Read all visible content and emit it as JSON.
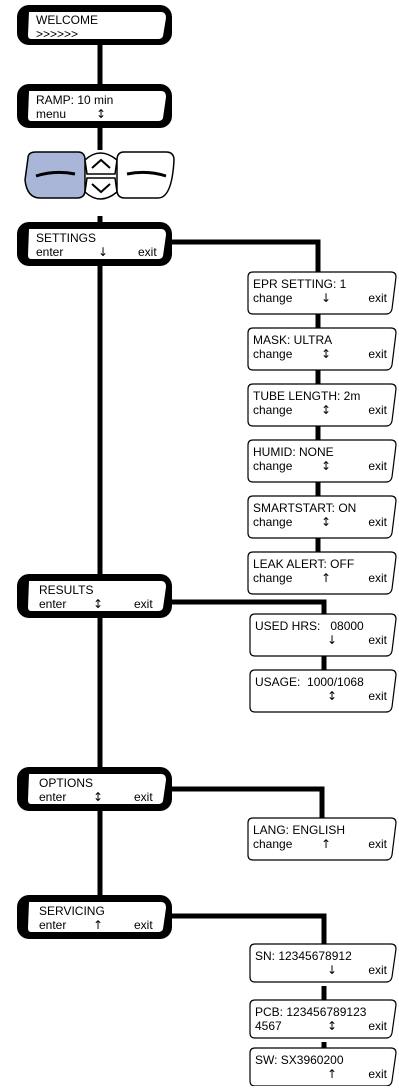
{
  "screens": {
    "welcome": {
      "line1": "WELCOME",
      "line2": ">>>>>>"
    },
    "ramp": {
      "line1": "RAMP: 10 min",
      "left": "menu",
      "arrow": "↕"
    },
    "settings": {
      "line1": "SETTINGS",
      "left": "enter",
      "arrow": "↓",
      "right": "exit"
    },
    "results": {
      "line1": "RESULTS",
      "left": "enter",
      "arrow": "↕",
      "right": "exit"
    },
    "options": {
      "line1": "OPTIONS",
      "left": "enter",
      "arrow": "↕",
      "right": "exit"
    },
    "servicing": {
      "line1": "SERVICING",
      "left": "enter",
      "arrow": "↑",
      "right": "exit"
    }
  },
  "settings_items": [
    {
      "line1": "EPR SETTING: 1",
      "left": "change",
      "arrow": "↓",
      "right": "exit"
    },
    {
      "line1": "MASK: ULTRA",
      "left": "change",
      "arrow": "↕",
      "right": "exit"
    },
    {
      "line1": "TUBE LENGTH: 2m",
      "left": "change",
      "arrow": "↕",
      "right": "exit"
    },
    {
      "line1": "HUMID: NONE",
      "left": "change",
      "arrow": "↕",
      "right": "exit"
    },
    {
      "line1": "SMARTSTART: ON",
      "left": "change",
      "arrow": "↕",
      "right": "exit"
    },
    {
      "line1": "LEAK ALERT: OFF",
      "left": "change",
      "arrow": "↑",
      "right": "exit"
    }
  ],
  "results_items": [
    {
      "line1": "USED HRS:   08000",
      "left": "",
      "arrow": "↓",
      "right": "exit"
    },
    {
      "line1": "USAGE:  1000/1068",
      "left": "",
      "arrow": "↕",
      "right": "exit"
    }
  ],
  "options_items": [
    {
      "line1": "LANG: ENGLISH",
      "left": "change",
      "arrow": "↑",
      "right": "exit"
    }
  ],
  "servicing_items": [
    {
      "line1": "SN: 12345678912",
      "left": "",
      "arrow": "↓",
      "right": "exit"
    },
    {
      "line1": "PCB: 123456789123",
      "left": "4567",
      "arrow": "↕",
      "right": "exit"
    },
    {
      "line1": "SW: SX3960200",
      "left": "",
      "arrow": "↑",
      "right": "exit"
    }
  ],
  "colors": {
    "line": "#000000",
    "screen_fill": "#ffffff",
    "key_active": "#a9b6d8"
  }
}
